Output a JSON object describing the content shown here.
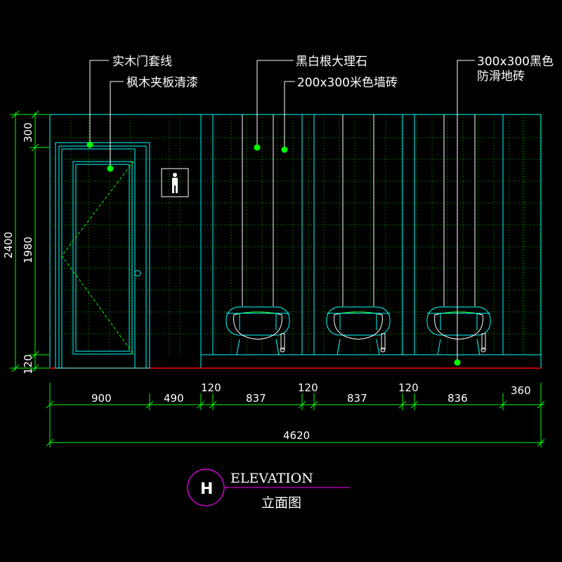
{
  "labels": {
    "door_frame": "实木门套线",
    "door_panel": "枫木夹板清漆",
    "marble": "黑白根大理石",
    "wall_tile": "200x300米色墙砖",
    "floor_tile_line1": "300x300黑色",
    "floor_tile_line2": "防滑地砖"
  },
  "dimensions": {
    "vertical": {
      "total": "2400",
      "top": "300",
      "middle": "1980",
      "bottom": "120"
    },
    "horizontal": [
      {
        "id": "door",
        "value": "900"
      },
      {
        "id": "gap",
        "value": "490"
      },
      {
        "id": "pillar-1",
        "value": "120"
      },
      {
        "id": "bay-1",
        "value": "837"
      },
      {
        "id": "pillar-2",
        "value": "120"
      },
      {
        "id": "bay-2",
        "value": "837"
      },
      {
        "id": "pillar-3",
        "value": "120"
      },
      {
        "id": "bay-3",
        "value": "836"
      },
      {
        "id": "end",
        "value": "360"
      }
    ],
    "overall": "4620"
  },
  "title": {
    "marker": "H",
    "en": "ELEVATION",
    "cn": "立面图"
  },
  "colors": {
    "cyan": "#00ffff",
    "green": "#00ff00",
    "dim_green": "#00ff00",
    "magenta": "#ff00ff",
    "red": "#ff0000",
    "white": "#ffffff"
  }
}
